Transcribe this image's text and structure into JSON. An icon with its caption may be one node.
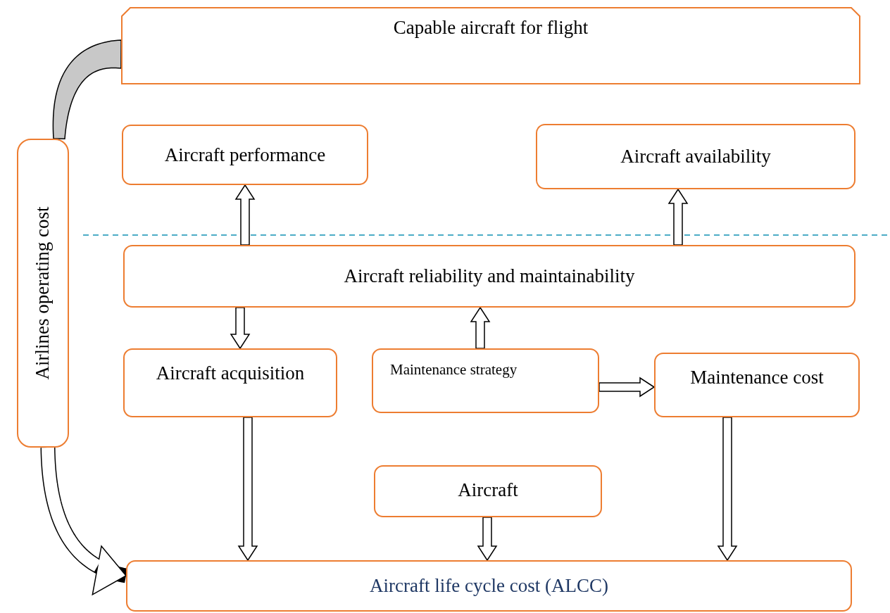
{
  "diagram": {
    "nodes": [
      {
        "text": [
          "Capable aircraft for flight"
        ]
      },
      {
        "text": [
          "Airlines operating cost"
        ]
      },
      {
        "text": [
          "Aircraft performance"
        ]
      },
      {
        "text": [
          "Aircraft availability"
        ]
      },
      {
        "text": [
          "Aircraft reliability and maintainability"
        ]
      },
      {
        "text": [
          "Aircraft acquisition"
        ]
      },
      {
        "text": [
          "Maintenance strategy"
        ]
      },
      {
        "text": [
          "Maintenance cost"
        ]
      },
      {
        "text": [
          "Aircraft"
        ]
      },
      {
        "text": [
          "Aircraft life cycle cost (ALCC)"
        ]
      }
    ],
    "edges": [
      {
        "from": 4,
        "to": 2,
        "arrow": "to"
      },
      {
        "from": 4,
        "to": 3,
        "arrow": "to"
      },
      {
        "from": 4,
        "to": 5,
        "arrow": "to"
      },
      {
        "from": 6,
        "to": 4,
        "arrow": "to"
      },
      {
        "from": 6,
        "to": 7,
        "arrow": "to"
      },
      {
        "from": 5,
        "to": 9,
        "arrow": "to"
      },
      {
        "from": 8,
        "to": 9,
        "arrow": "to"
      },
      {
        "from": 7,
        "to": 9,
        "arrow": "to"
      },
      {
        "from": 1,
        "to": 0,
        "arrow": "none"
      },
      {
        "from": 1,
        "to": 9,
        "arrow": "to"
      }
    ]
  }
}
